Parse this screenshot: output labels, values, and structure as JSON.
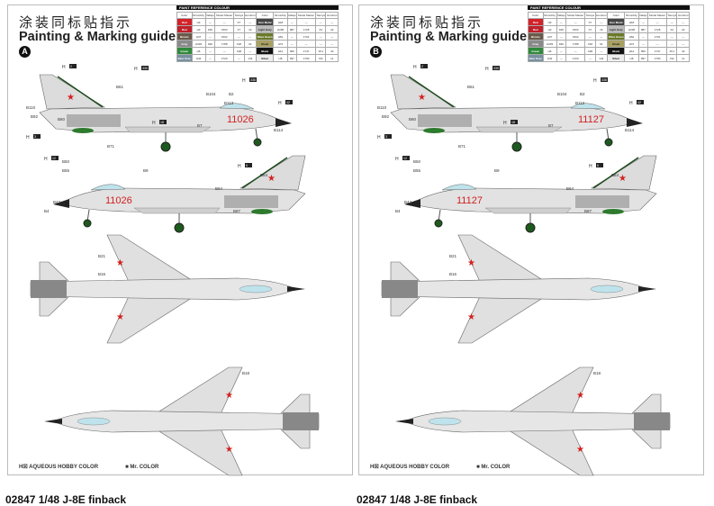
{
  "header": {
    "title_cn": "涂装同标贴指示",
    "title_en": "Painting & Marking guide"
  },
  "panels": [
    {
      "letter": "A",
      "serial": "11026"
    },
    {
      "letter": "B",
      "serial": "11127"
    }
  ],
  "paint_table": {
    "title": "PAINT REFERENCE COLOUR",
    "headers": [
      "Color",
      "Mr.Hobby",
      "Vallejo",
      "Model Master",
      "Tamiya",
      "Humbrol",
      "Color",
      "Mr.Hobby",
      "Vallejo",
      "Model Master",
      "Tamiya",
      "Humbrol"
    ],
    "rows": [
      [
        {
          "name": "Red",
          "color": "#d3222a"
        },
        "H3",
        "—",
        "—",
        "X7",
        "—",
        {
          "name": "Gun Metal",
          "color": "#444"
        },
        "H18",
        "—",
        "—",
        "—",
        "—"
      ],
      [
        {
          "name": "Red",
          "color": "#c0202a"
        },
        "H3",
        "926",
        "1503",
        "X7",
        "19",
        {
          "name": "Light Gray",
          "color": "#bbb"
        },
        "H338",
        "987",
        "1728",
        "X2",
        "22"
      ],
      [
        {
          "name": "Brown",
          "color": "#6b5a4a"
        },
        "H37",
        "—",
        "1502",
        "—",
        "—",
        {
          "name": "Olive Green",
          "color": "#6b7a2a"
        },
        "H52",
        "—",
        "1701",
        "—",
        "—"
      ],
      [
        {
          "name": "Gray",
          "color": "#8a8a8a"
        },
        "H339",
        "990",
        "1788",
        "X18",
        "64",
        {
          "name": "Khaki",
          "color": "#a8a060"
        },
        "H72",
        "—",
        "—",
        "—",
        "—"
      ],
      [
        {
          "name": "Green",
          "color": "#2f8a3a"
        },
        "H6",
        "—",
        "—",
        "X28",
        "—",
        {
          "name": "Black",
          "color": "#111"
        },
        "H12",
        "950",
        "1747",
        "XF1",
        "33"
      ],
      [
        {
          "name": "Blue Gray",
          "color": "#7890a0"
        },
        "H42",
        "—",
        "1720",
        "—",
        "144",
        {
          "name": "Silver",
          "color": "#eee"
        },
        "H8",
        "997",
        "1790",
        "X11",
        "11"
      ]
    ]
  },
  "callouts": [
    "H 2",
    "H 339",
    "H 3",
    "H 12",
    "H 18",
    "H 338",
    "H 42",
    "H 6",
    "B110",
    "B92",
    "B60",
    "B61",
    "B113",
    "B114",
    "B104",
    "B2",
    "B7",
    "B9",
    "B21",
    "B16",
    "B18",
    "B64",
    "B87",
    "B55",
    "B71",
    "B84",
    "B50",
    "B43",
    "B4"
  ],
  "legend": {
    "aqueous": "H☒ AQUEOUS HOBBY COLOR",
    "mr_color": "■ Mr. COLOR"
  },
  "footer": {
    "text": "02847  1/48  J-8E finback"
  }
}
